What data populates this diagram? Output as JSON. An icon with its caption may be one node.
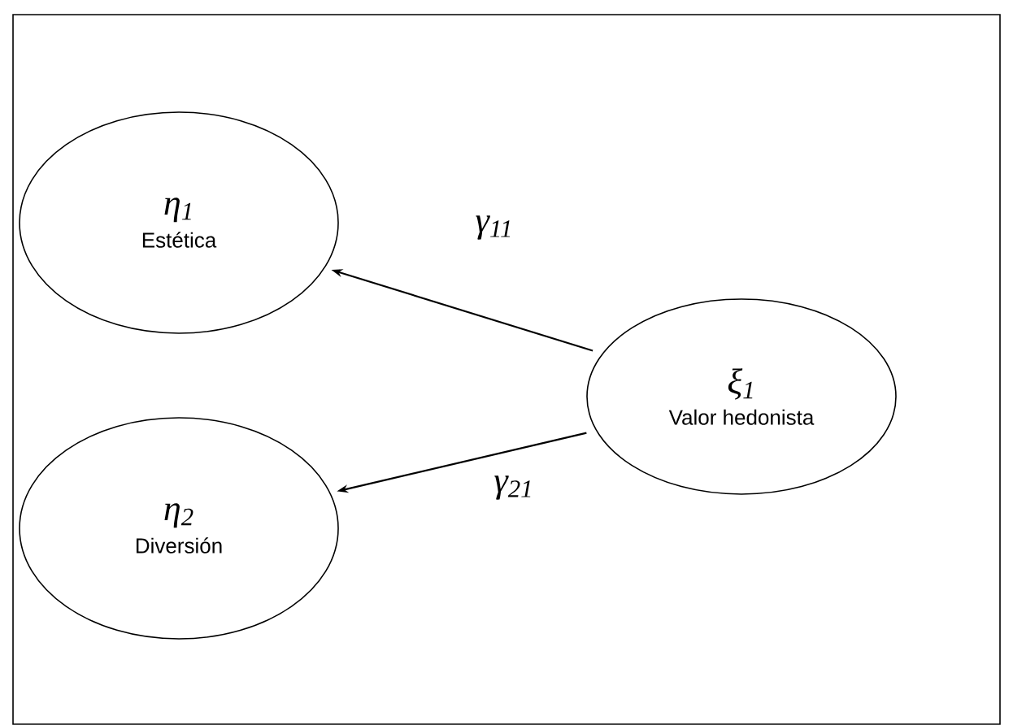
{
  "diagram": {
    "nodes": [
      {
        "text": [
          "η$_{1}$",
          "Estética"
        ]
      },
      {
        "text": [
          "η$_{2}$",
          "Diversión"
        ]
      },
      {
        "text": [
          "ξ$_{1}$",
          "Valor hedonista"
        ]
      }
    ],
    "edges": [
      {
        "from": 2,
        "to": 0,
        "arrow": "to",
        "label": "γ$_{11}$"
      },
      {
        "from": 2,
        "to": 1,
        "arrow": "to",
        "label": "γ$_{21}$"
      }
    ]
  }
}
